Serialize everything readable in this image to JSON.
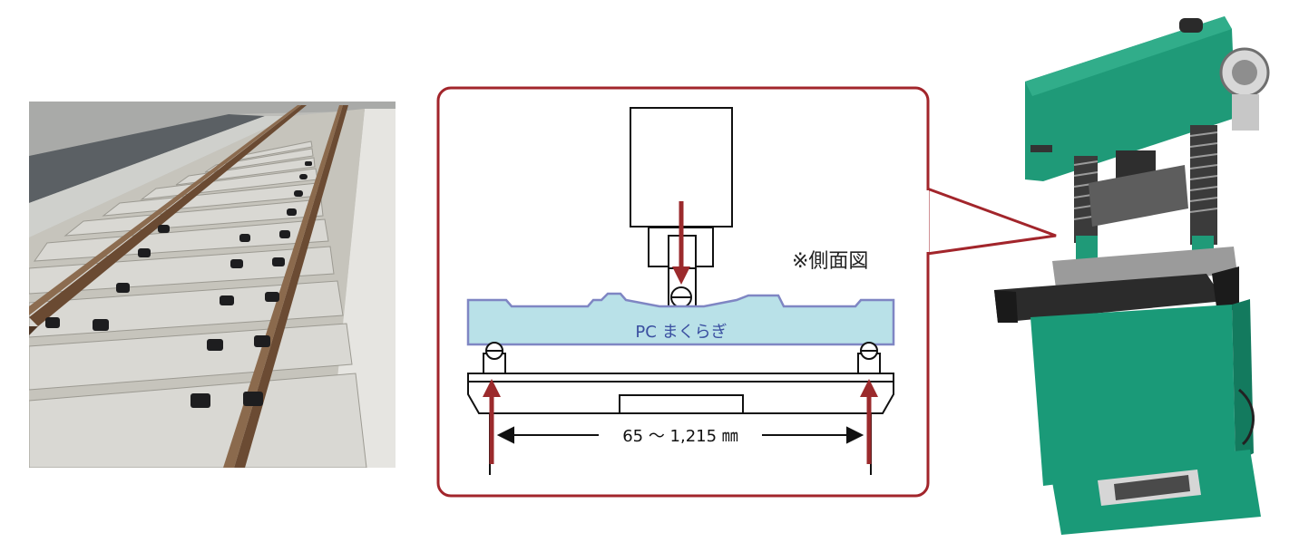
{
  "diagram": {
    "side_view_note": "※側面図",
    "sleeper_label": "PC まくらぎ",
    "span_label": "65 ～ 1,215 ㎜"
  },
  "colors": {
    "frame": "#a2252b",
    "arrow": "#9b2a2c",
    "sleeper_fill": "#b9e1e8",
    "sleeper_stroke": "#7f86c3",
    "sleeper_text": "#3a4fa0",
    "machine_green": "#1a9a78",
    "machine_black": "#1b1b1b"
  },
  "icons": {
    "photo_left": "railway-track-photo",
    "photo_right": "testing-machine-photo"
  }
}
